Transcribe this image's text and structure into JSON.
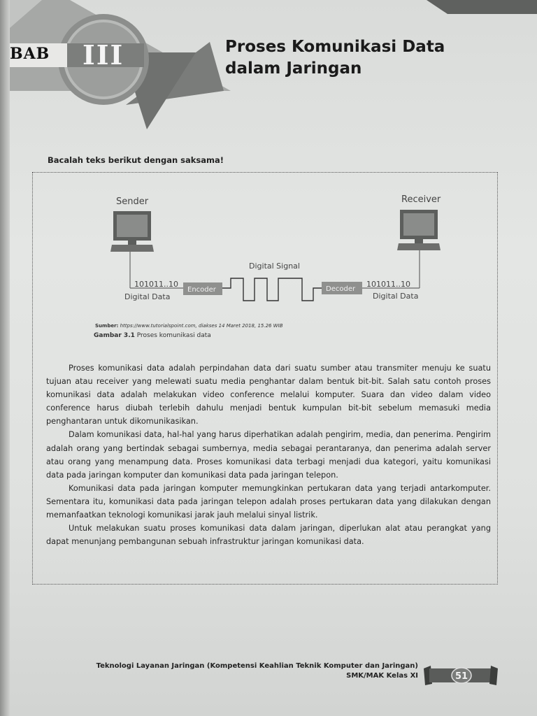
{
  "chapter": {
    "bab_label": "BAB",
    "bab_number": "III",
    "title_line1": "Proses Komunikasi Data",
    "title_line2": "dalam Jaringan"
  },
  "instruction": "Bacalah teks berikut dengan saksama!",
  "figure": {
    "sender_label": "Sender",
    "receiver_label": "Receiver",
    "signal_label": "Digital Signal",
    "encoder_label": "Encoder",
    "decoder_label": "Decoder",
    "left_bits": "101011..10",
    "right_bits": "101011..10",
    "left_data_label": "Digital Data",
    "right_data_label": "Digital Data",
    "source_prefix": "Sumber:",
    "source_text": "https://www.tutorialspoint.com, diakses 14 Maret 2018, 15.26 WIB",
    "caption_number": "Gambar 3.1",
    "caption_text": "Proses komunikasi data"
  },
  "paragraphs": [
    "Proses komunikasi data adalah perpindahan data dari suatu sumber atau transmiter menuju ke suatu tujuan atau receiver yang melewati suatu media penghantar dalam bentuk bit-bit. Salah satu contoh proses komunikasi data adalah melakukan video conference melalui komputer. Suara dan video dalam video conference harus diubah terlebih dahulu menjadi bentuk kumpulan bit-bit sebelum memasuki media penghantaran untuk dikomunikasikan.",
    "Dalam komunikasi data, hal-hal yang harus diperhatikan adalah pengirim, media, dan penerima. Pengirim adalah orang yang bertindak sebagai sumbernya, media sebagai perantaranya, dan penerima adalah server atau orang yang menampung data. Proses komunikasi data terbagi menjadi dua kategori, yaitu komunikasi data pada jaringan komputer dan komunikasi data pada jaringan telepon.",
    "Komunikasi data pada jaringan komputer memungkinkan pertukaran data yang terjadi antarkomputer. Sementara itu, komunikasi data pada jaringan telepon adalah proses pertukaran data yang dilakukan dengan memanfaatkan teknologi komunikasi jarak jauh melalui sinyal listrik.",
    "Untuk melakukan suatu proses komunikasi data dalam jaringan, diperlukan alat atau perangkat yang dapat menunjang pembangunan sebuah infrastruktur jaringan komunikasi data."
  ],
  "footer": {
    "line1": "Teknologi Layanan Jaringan (Kompetensi Keahlian Teknik Komputer dan Jaringan)",
    "line2": "SMK/MAK Kelas XI",
    "page_number": "51"
  },
  "colors": {
    "header_gray": "#8a8c8a",
    "box_fill": "#8f908e",
    "monitor": "#6d6e6c"
  }
}
